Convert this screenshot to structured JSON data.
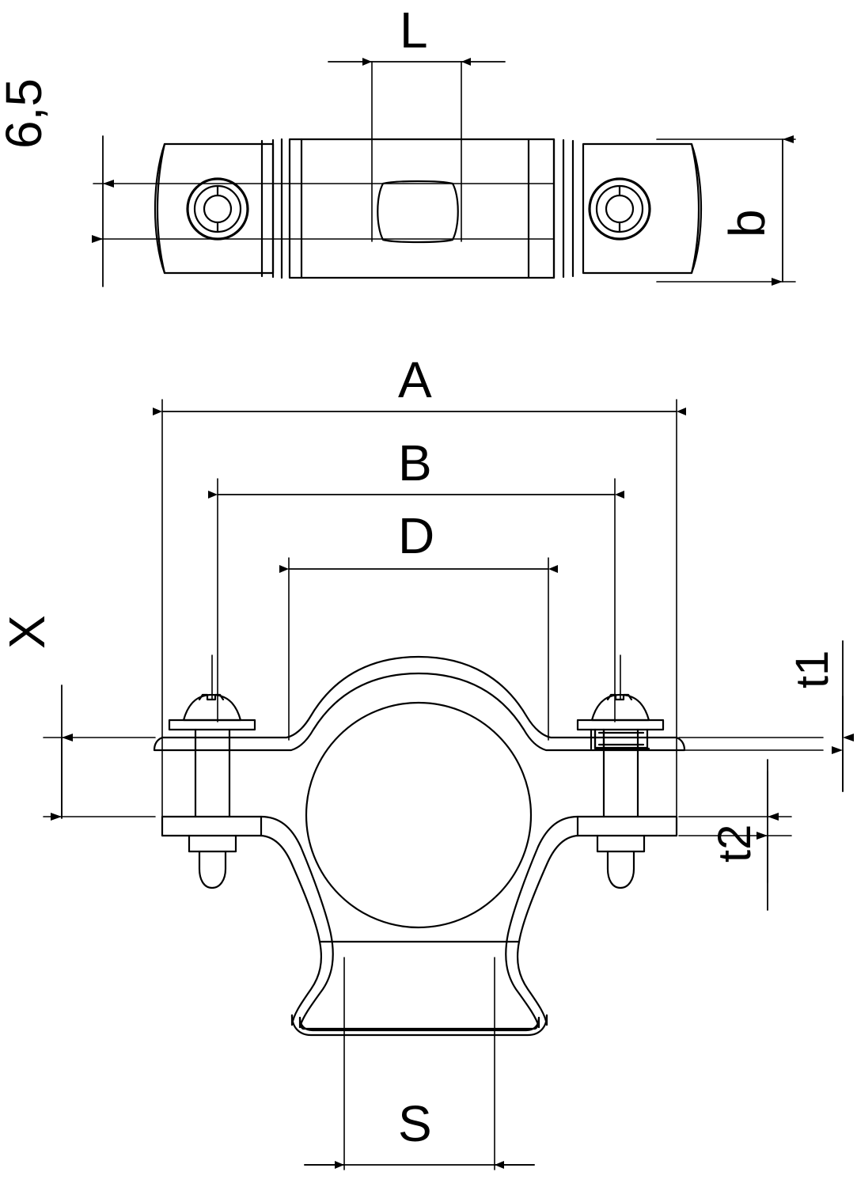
{
  "drawing": {
    "type": "technical-dimension-drawing",
    "subject": "pipe clamp with hinged screw fastening",
    "views": [
      {
        "name": "top-view",
        "label": ""
      },
      {
        "name": "front-section-view",
        "label": ""
      }
    ],
    "line_color": "#000000",
    "background_color": "#ffffff"
  },
  "dimensions": {
    "top_view": [
      {
        "id": "L",
        "label": "L",
        "orientation": "horizontal",
        "position": "above"
      },
      {
        "id": "6,5",
        "label": "6,5",
        "orientation": "vertical",
        "position": "left",
        "rotated": "90ccw"
      },
      {
        "id": "b",
        "label": "b",
        "orientation": "vertical",
        "position": "right",
        "rotated": "90ccw"
      }
    ],
    "front_view": [
      {
        "id": "A",
        "label": "A",
        "orientation": "horizontal",
        "position": "above"
      },
      {
        "id": "B",
        "label": "B",
        "orientation": "horizontal",
        "position": "above"
      },
      {
        "id": "D",
        "label": "D",
        "orientation": "horizontal",
        "position": "above"
      },
      {
        "id": "X",
        "label": "X",
        "orientation": "vertical",
        "position": "left",
        "rotated": "90ccw"
      },
      {
        "id": "t1",
        "label": "t1",
        "orientation": "vertical",
        "position": "right",
        "rotated": "90ccw"
      },
      {
        "id": "t2",
        "label": "t2",
        "orientation": "vertical",
        "position": "right",
        "rotated": "90ccw"
      },
      {
        "id": "S",
        "label": "S",
        "orientation": "horizontal",
        "position": "below"
      }
    ]
  },
  "labels": {
    "L": "L",
    "sixfive": "6,5",
    "b": "b",
    "A": "A",
    "B": "B",
    "D": "D",
    "X": "X",
    "t1": "t1",
    "t2": "t2",
    "S": "S"
  }
}
